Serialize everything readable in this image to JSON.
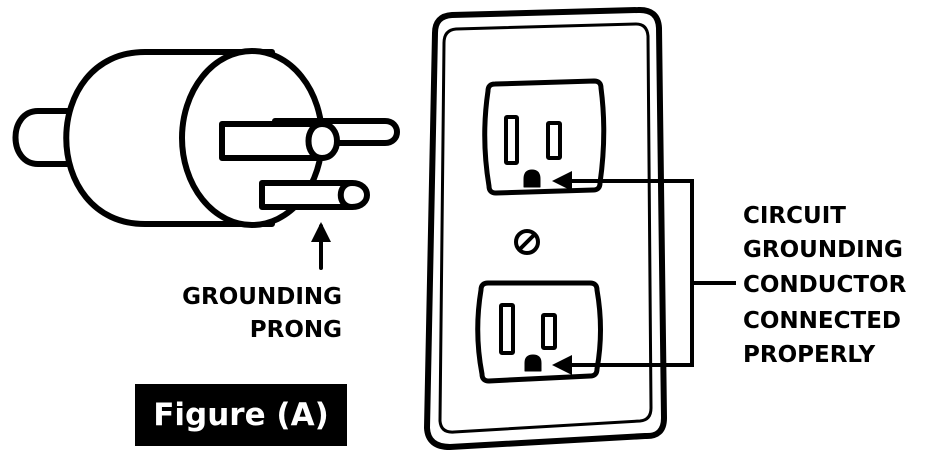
{
  "labels": {
    "grounding_prong": [
      "GROUNDING",
      "PRONG"
    ],
    "circuit_grounding": [
      "CIRCUIT",
      "GROUNDING",
      "CONDUCTOR",
      "CONNECTED",
      "PROPERLY"
    ]
  },
  "figure_caption": "Figure (A)",
  "colors": {
    "ink": "#000000",
    "paper": "#ffffff"
  }
}
